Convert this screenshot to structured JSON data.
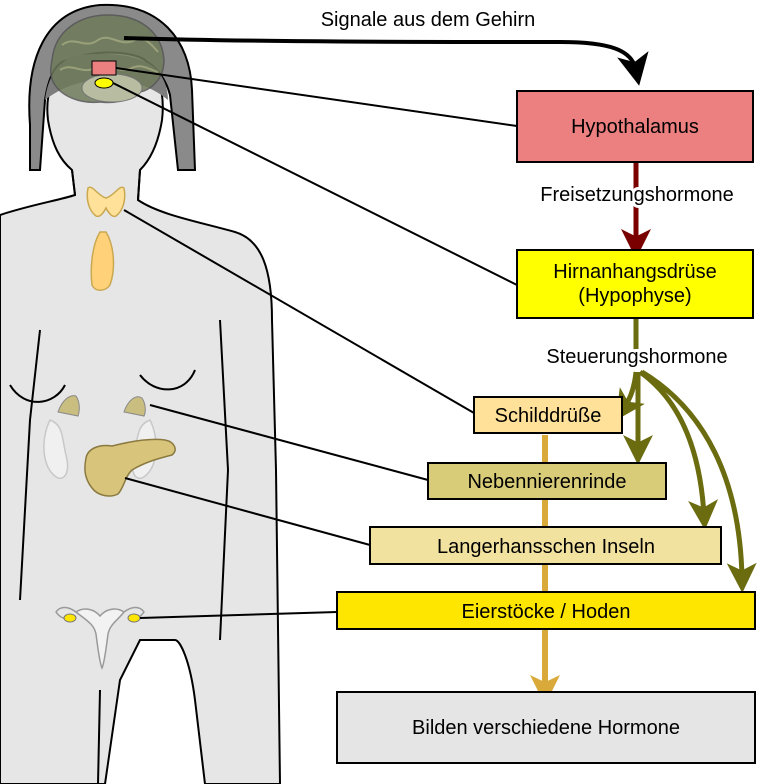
{
  "diagram": {
    "signal_label": "Signale aus dem Gehirn",
    "release_label": "Freisetzungshormone",
    "control_label": "Steuerungshormone",
    "boxes": {
      "hypothalamus": "Hypothalamus",
      "pituitary_line1": "Hirnanhangsdrüse",
      "pituitary_line2": "(Hypophyse)",
      "thyroid": "Schilddrüße",
      "adrenal_cortex": "Nebennierenrinde",
      "islets": "Langerhansschen Inseln",
      "gonads": "Eierstöcke / Hoden",
      "output": "Bilden verschiedene Hormone"
    },
    "colors": {
      "hypothalamus": "#ec7f7f",
      "pituitary": "#ffff00",
      "thyroid": "#ffe199",
      "adrenal_cortex": "#d8cc78",
      "islets": "#f2e2a0",
      "gonads": "#ffe600",
      "output": "#e5e5e5",
      "release_arrow": "#7a0000",
      "control_arrow": "#6b6b10",
      "main_arrow": "#d9aa3a",
      "body": "#e8e8e8",
      "hair": "#888888"
    }
  }
}
